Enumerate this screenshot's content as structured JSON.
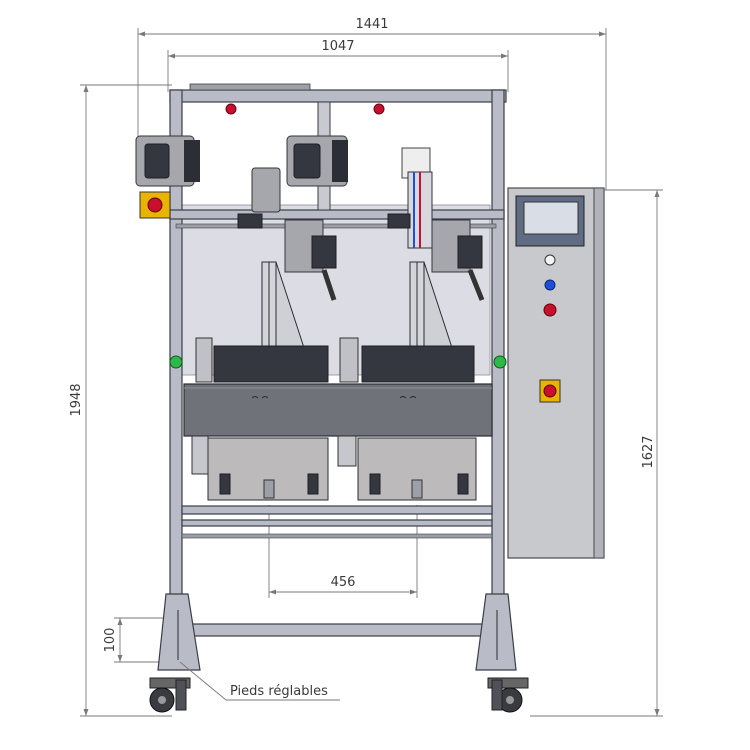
{
  "dimensions": {
    "overall_width": "1441",
    "frame_width": "1047",
    "overall_height": "1948",
    "cabinet_height": "1627",
    "head_spacing": "456",
    "foot_adjust": "100"
  },
  "callouts": {
    "feet_label": "Pieds réglables"
  },
  "colors": {
    "frame": "#b9bcc6",
    "beacon_red": "#c8102e",
    "status_green": "#2db84a",
    "button_blue": "#1f4fd8"
  }
}
